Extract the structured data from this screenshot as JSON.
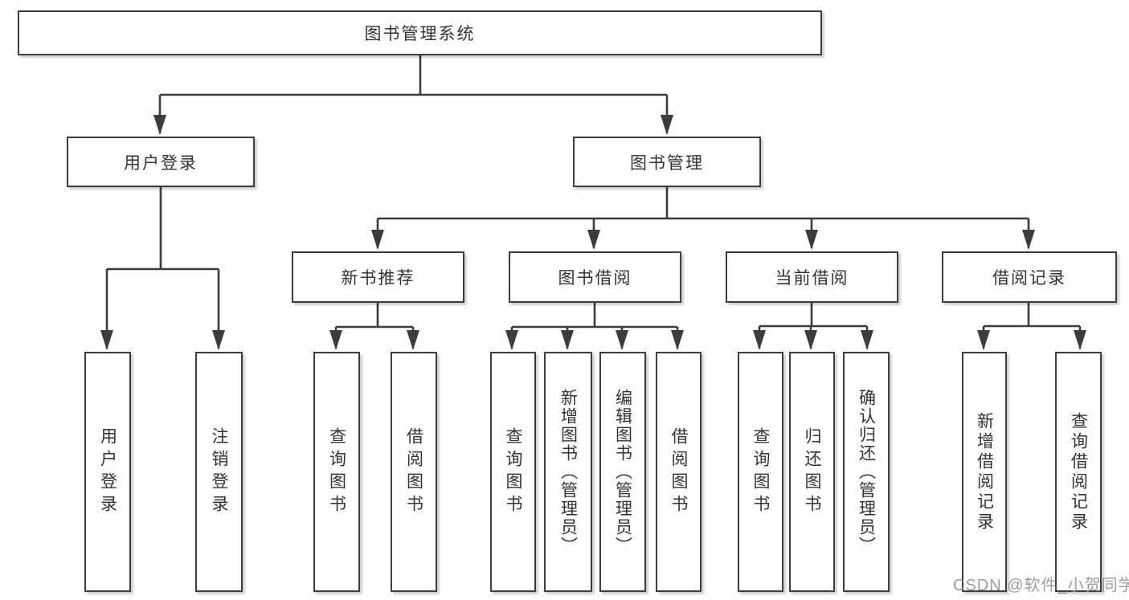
{
  "tree": {
    "label": "图书管理系统",
    "children": [
      {
        "label": "用户登录",
        "children": [
          {
            "label": "用户登录"
          },
          {
            "label": "注销登录"
          }
        ]
      },
      {
        "label": "图书管理",
        "children": [
          {
            "label": "新书推荐",
            "children": [
              {
                "label": "查询图书"
              },
              {
                "label": "借阅图书"
              }
            ]
          },
          {
            "label": "图书借阅",
            "children": [
              {
                "label": "查询图书"
              },
              {
                "label": "新增图书（管理员）"
              },
              {
                "label": "编辑图书（管理员）"
              },
              {
                "label": "借阅图书"
              }
            ]
          },
          {
            "label": "当前借阅",
            "children": [
              {
                "label": "查询图书"
              },
              {
                "label": "归还图书"
              },
              {
                "label": "确认归还（管理员）"
              }
            ]
          },
          {
            "label": "借阅记录",
            "children": [
              {
                "label": "新增借阅记录"
              },
              {
                "label": "查询借阅记录"
              }
            ]
          }
        ]
      }
    ]
  },
  "watermark": "CSDN @软件_小贺同学",
  "colors": {
    "line": "#3c3c3c",
    "text": "#333333",
    "watermark": "#8c8c8c"
  }
}
